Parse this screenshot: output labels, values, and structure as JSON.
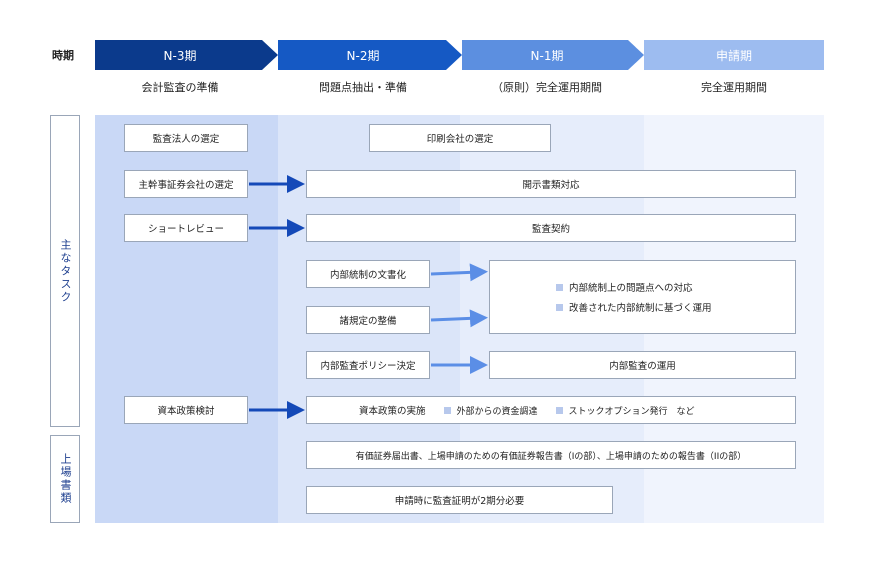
{
  "row_label": "時期",
  "phases": [
    {
      "title": "N-3期",
      "subtitle": "会計監査の準備",
      "color": "#0b3a8c"
    },
    {
      "title": "N-2期",
      "subtitle": "問題点抽出・準備",
      "color": "#1559c4"
    },
    {
      "title": "N-1期",
      "subtitle": "（原則）完全運用期間",
      "color": "#5c8fe0"
    },
    {
      "title": "申請期",
      "subtitle": "完全運用期間",
      "color": "#9dbcf0"
    }
  ],
  "sections": {
    "tasks": "主なタスク",
    "docs": "上場書類"
  },
  "boxes": {
    "audit_firm": "監査法人の選定",
    "printing": "印刷会社の選定",
    "underwriter": "主幹事証券会社の選定",
    "disclosure": "開示書類対応",
    "short_review": "ショートレビュー",
    "audit_contract": "監査契約",
    "ic_docs": "内部統制の文書化",
    "rules": "諸規定の整備",
    "ic_issues": "内部統制上の問題点への対応",
    "ic_improved": "改善された内部統制に基づく運用",
    "audit_policy": "内部監査ポリシー決定",
    "audit_ops": "内部監査の運用",
    "capital_review": "資本政策検討",
    "capital_impl": "資本政策の実施",
    "capital_ext": "外部からの資金調達",
    "capital_so": "ストックオプション発行　など",
    "filings": "有価証券届出書、上場申請のための有価証券報告書（Iの部）、上場申請のための報告書（IIの部）",
    "audit_cert": "申請時に監査証明が2期分必要"
  }
}
